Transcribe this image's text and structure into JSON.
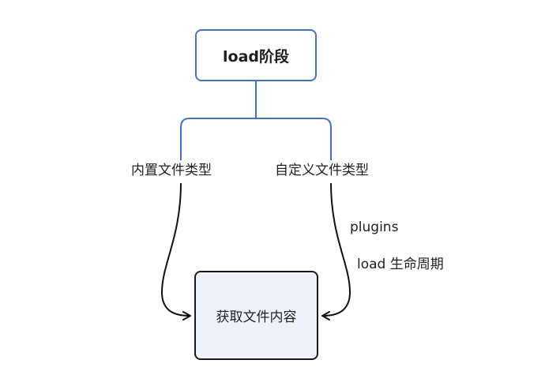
{
  "diagram": {
    "root": {
      "label": "load阶段"
    },
    "branches": [
      {
        "label": "内置文件类型"
      },
      {
        "label": "自定义文件类型"
      }
    ],
    "target": {
      "label": "获取文件内容"
    },
    "edge_labels": [
      "plugins",
      "load 生命周期"
    ]
  },
  "colors": {
    "root_border": "#4a72b5",
    "branch_lines": "#4a72b5",
    "arrows": "#111111",
    "target_fill": "#eef3fb",
    "target_border": "#1a1a1a"
  }
}
